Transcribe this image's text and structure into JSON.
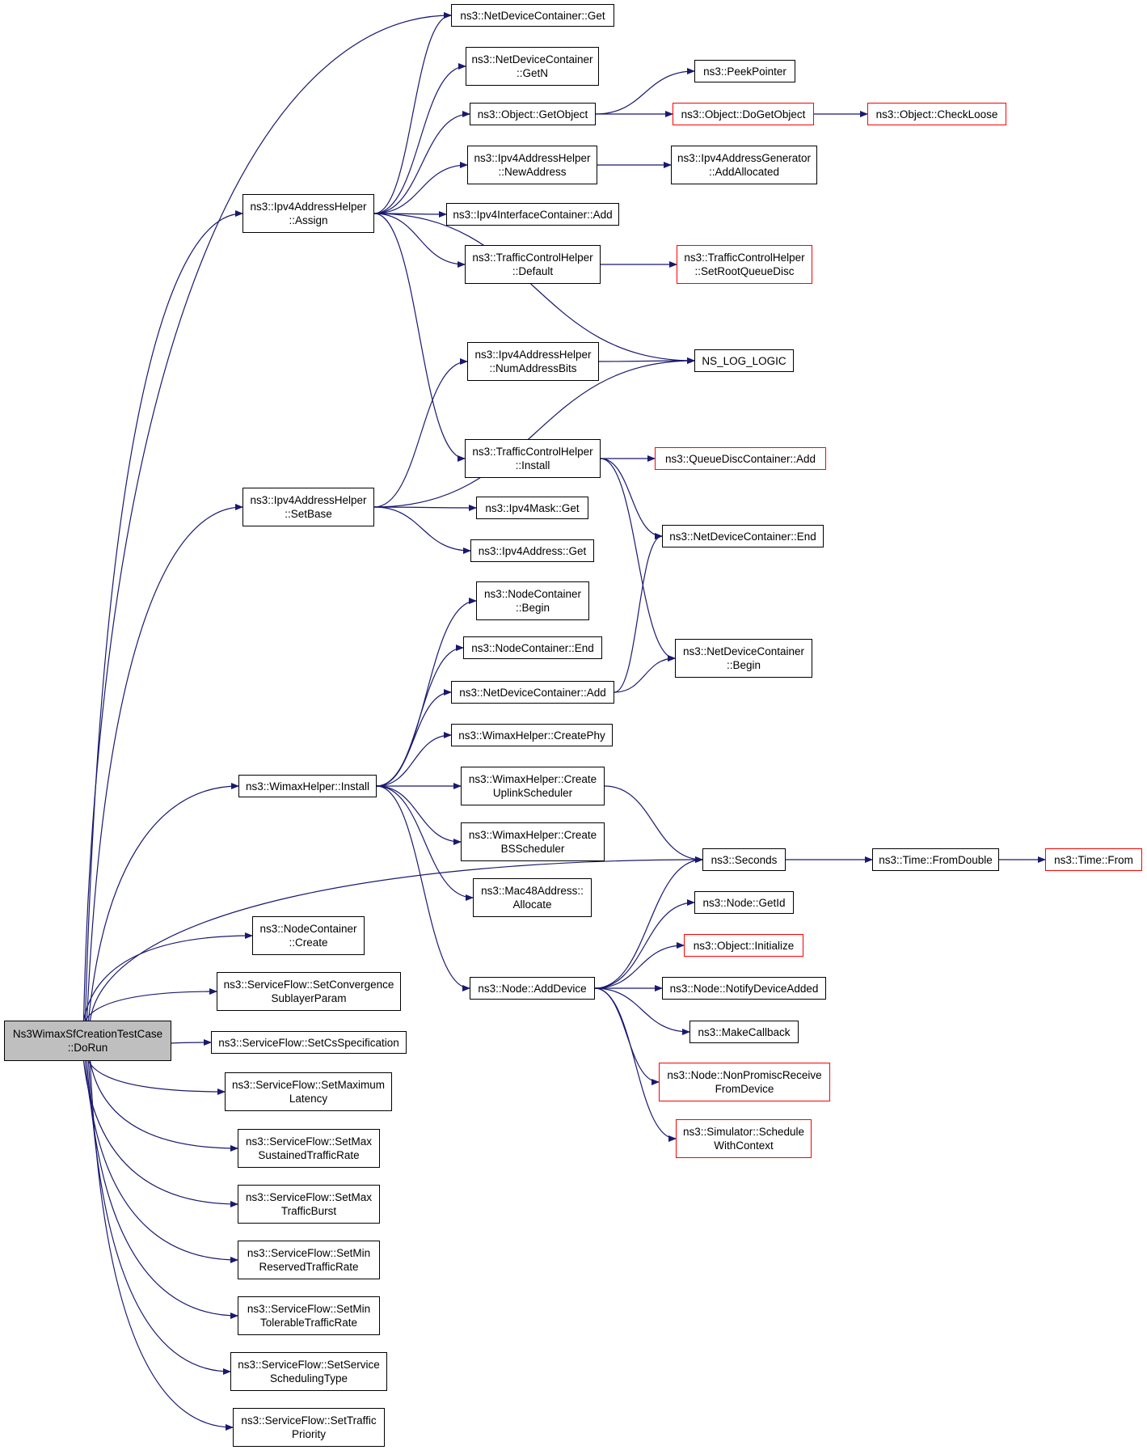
{
  "colors": {
    "edge": "#191970",
    "node_border": "#000000",
    "truncated_border": "#ff0000",
    "root_fill": "#bfbfbf"
  },
  "nodes": [
    {
      "id": "root",
      "lines": [
        "Ns3WimaxSfCreationTestCase",
        "::DoRun"
      ],
      "style": "root"
    },
    {
      "id": "ndc_get",
      "lines": [
        "ns3::NetDeviceContainer::Get"
      ]
    },
    {
      "id": "ndc_getn",
      "lines": [
        "ns3::NetDeviceContainer",
        "::GetN"
      ]
    },
    {
      "id": "peek",
      "lines": [
        "ns3::PeekPointer"
      ]
    },
    {
      "id": "obj_getobj",
      "lines": [
        "ns3::Object::GetObject"
      ]
    },
    {
      "id": "obj_dogetobj",
      "lines": [
        "ns3::Object::DoGetObject"
      ],
      "style": "red"
    },
    {
      "id": "obj_checkloose",
      "lines": [
        "ns3::Object::CheckLoose"
      ],
      "style": "red"
    },
    {
      "id": "ipv4h_newaddr",
      "lines": [
        "ns3::Ipv4AddressHelper",
        "::NewAddress"
      ]
    },
    {
      "id": "ipv4gen_addalloc",
      "lines": [
        "ns3::Ipv4AddressGenerator",
        "::AddAllocated"
      ]
    },
    {
      "id": "ipv4h_assign",
      "lines": [
        "ns3::Ipv4AddressHelper",
        "::Assign"
      ]
    },
    {
      "id": "ipv4ic_add",
      "lines": [
        "ns3::Ipv4InterfaceContainer::Add"
      ]
    },
    {
      "id": "tch_default",
      "lines": [
        "ns3::TrafficControlHelper",
        "::Default"
      ]
    },
    {
      "id": "tch_setroot",
      "lines": [
        "ns3::TrafficControlHelper",
        "::SetRootQueueDisc"
      ],
      "style": "red"
    },
    {
      "id": "ns_log_logic",
      "lines": [
        "NS_LOG_LOGIC"
      ]
    },
    {
      "id": "ipv4h_numbits",
      "lines": [
        "ns3::Ipv4AddressHelper",
        "::NumAddressBits"
      ]
    },
    {
      "id": "tch_install",
      "lines": [
        "ns3::TrafficControlHelper",
        "::Install"
      ]
    },
    {
      "id": "qdc_add",
      "lines": [
        "ns3::QueueDiscContainer::Add"
      ],
      "style": "red"
    },
    {
      "id": "ipv4h_setbase",
      "lines": [
        "ns3::Ipv4AddressHelper",
        "::SetBase"
      ]
    },
    {
      "id": "ipv4mask_get",
      "lines": [
        "ns3::Ipv4Mask::Get"
      ]
    },
    {
      "id": "ndc_end",
      "lines": [
        "ns3::NetDeviceContainer::End"
      ]
    },
    {
      "id": "ipv4addr_get",
      "lines": [
        "ns3::Ipv4Address::Get"
      ]
    },
    {
      "id": "nc_begin",
      "lines": [
        "ns3::NodeContainer",
        "::Begin"
      ]
    },
    {
      "id": "nc_end",
      "lines": [
        "ns3::NodeContainer::End"
      ]
    },
    {
      "id": "ndc_begin",
      "lines": [
        "ns3::NetDeviceContainer",
        "::Begin"
      ]
    },
    {
      "id": "ndc_add",
      "lines": [
        "ns3::NetDeviceContainer::Add"
      ]
    },
    {
      "id": "wh_createphy",
      "lines": [
        "ns3::WimaxHelper::CreatePhy"
      ]
    },
    {
      "id": "wh_install",
      "lines": [
        "ns3::WimaxHelper::Install"
      ]
    },
    {
      "id": "wh_createul",
      "lines": [
        "ns3::WimaxHelper::Create",
        "UplinkScheduler"
      ]
    },
    {
      "id": "wh_createbs",
      "lines": [
        "ns3::WimaxHelper::Create",
        "BSScheduler"
      ]
    },
    {
      "id": "seconds",
      "lines": [
        "ns3::Seconds"
      ]
    },
    {
      "id": "time_fromdouble",
      "lines": [
        "ns3::Time::FromDouble"
      ]
    },
    {
      "id": "time_from",
      "lines": [
        "ns3::Time::From"
      ],
      "style": "red"
    },
    {
      "id": "mac48_alloc",
      "lines": [
        "ns3::Mac48Address::",
        "Allocate"
      ]
    },
    {
      "id": "node_getid",
      "lines": [
        "ns3::Node::GetId"
      ]
    },
    {
      "id": "nc_create",
      "lines": [
        "ns3::NodeContainer",
        "::Create"
      ]
    },
    {
      "id": "obj_init",
      "lines": [
        "ns3::Object::Initialize"
      ],
      "style": "red"
    },
    {
      "id": "node_adddev",
      "lines": [
        "ns3::Node::AddDevice"
      ]
    },
    {
      "id": "node_notify",
      "lines": [
        "ns3::Node::NotifyDeviceAdded"
      ]
    },
    {
      "id": "sf_convsub",
      "lines": [
        "ns3::ServiceFlow::SetConvergence",
        "SublayerParam"
      ]
    },
    {
      "id": "makecb",
      "lines": [
        "ns3::MakeCallback"
      ]
    },
    {
      "id": "sf_csspec",
      "lines": [
        "ns3::ServiceFlow::SetCsSpecification"
      ]
    },
    {
      "id": "node_nonpromisc",
      "lines": [
        "ns3::Node::NonPromiscReceive",
        "FromDevice"
      ],
      "style": "red"
    },
    {
      "id": "sf_maxlat",
      "lines": [
        "ns3::ServiceFlow::SetMaximum",
        "Latency"
      ]
    },
    {
      "id": "sim_schedctx",
      "lines": [
        "ns3::Simulator::Schedule",
        "WithContext"
      ],
      "style": "red"
    },
    {
      "id": "sf_maxsust",
      "lines": [
        "ns3::ServiceFlow::SetMax",
        "SustainedTrafficRate"
      ]
    },
    {
      "id": "sf_maxburst",
      "lines": [
        "ns3::ServiceFlow::SetMax",
        "TrafficBurst"
      ]
    },
    {
      "id": "sf_minres",
      "lines": [
        "ns3::ServiceFlow::SetMin",
        "ReservedTrafficRate"
      ]
    },
    {
      "id": "sf_mintol",
      "lines": [
        "ns3::ServiceFlow::SetMin",
        "TolerableTrafficRate"
      ]
    },
    {
      "id": "sf_schedtype",
      "lines": [
        "ns3::ServiceFlow::SetService",
        "SchedulingType"
      ]
    },
    {
      "id": "sf_prio",
      "lines": [
        "ns3::ServiceFlow::SetTraffic",
        "Priority"
      ]
    }
  ],
  "edges": [
    [
      "root",
      "ndc_get"
    ],
    [
      "root",
      "ipv4h_assign"
    ],
    [
      "root",
      "ipv4h_setbase"
    ],
    [
      "root",
      "wh_install"
    ],
    [
      "root",
      "seconds"
    ],
    [
      "root",
      "nc_create"
    ],
    [
      "root",
      "sf_convsub"
    ],
    [
      "root",
      "sf_csspec"
    ],
    [
      "root",
      "sf_maxlat"
    ],
    [
      "root",
      "sf_maxsust"
    ],
    [
      "root",
      "sf_maxburst"
    ],
    [
      "root",
      "sf_minres"
    ],
    [
      "root",
      "sf_mintol"
    ],
    [
      "root",
      "sf_schedtype"
    ],
    [
      "root",
      "sf_prio"
    ],
    [
      "ipv4h_assign",
      "ndc_get"
    ],
    [
      "ipv4h_assign",
      "ndc_getn"
    ],
    [
      "ipv4h_assign",
      "obj_getobj"
    ],
    [
      "ipv4h_assign",
      "ipv4h_newaddr"
    ],
    [
      "ipv4h_assign",
      "ipv4ic_add"
    ],
    [
      "ipv4h_assign",
      "tch_default"
    ],
    [
      "ipv4h_assign",
      "ns_log_logic"
    ],
    [
      "ipv4h_assign",
      "tch_install"
    ],
    [
      "obj_getobj",
      "peek"
    ],
    [
      "obj_getobj",
      "obj_dogetobj"
    ],
    [
      "obj_dogetobj",
      "obj_checkloose"
    ],
    [
      "ipv4h_newaddr",
      "ipv4gen_addalloc"
    ],
    [
      "tch_default",
      "tch_setroot"
    ],
    [
      "ipv4h_numbits",
      "ns_log_logic"
    ],
    [
      "tch_install",
      "qdc_add"
    ],
    [
      "tch_install",
      "ndc_end"
    ],
    [
      "tch_install",
      "ndc_begin"
    ],
    [
      "ipv4h_setbase",
      "ipv4h_numbits"
    ],
    [
      "ipv4h_setbase",
      "ns_log_logic"
    ],
    [
      "ipv4h_setbase",
      "ipv4mask_get"
    ],
    [
      "ipv4h_setbase",
      "ipv4addr_get"
    ],
    [
      "wh_install",
      "nc_begin"
    ],
    [
      "wh_install",
      "nc_end"
    ],
    [
      "wh_install",
      "ndc_add"
    ],
    [
      "wh_install",
      "wh_createphy"
    ],
    [
      "wh_install",
      "wh_createul"
    ],
    [
      "wh_install",
      "wh_createbs"
    ],
    [
      "wh_install",
      "mac48_alloc"
    ],
    [
      "wh_install",
      "node_adddev"
    ],
    [
      "ndc_add",
      "ndc_end"
    ],
    [
      "ndc_add",
      "ndc_begin"
    ],
    [
      "wh_createul",
      "seconds"
    ],
    [
      "seconds",
      "time_fromdouble"
    ],
    [
      "time_fromdouble",
      "time_from"
    ],
    [
      "node_adddev",
      "seconds"
    ],
    [
      "node_adddev",
      "node_getid"
    ],
    [
      "node_adddev",
      "obj_init"
    ],
    [
      "node_adddev",
      "node_notify"
    ],
    [
      "node_adddev",
      "makecb"
    ],
    [
      "node_adddev",
      "node_nonpromisc"
    ],
    [
      "node_adddev",
      "sim_schedctx"
    ]
  ]
}
